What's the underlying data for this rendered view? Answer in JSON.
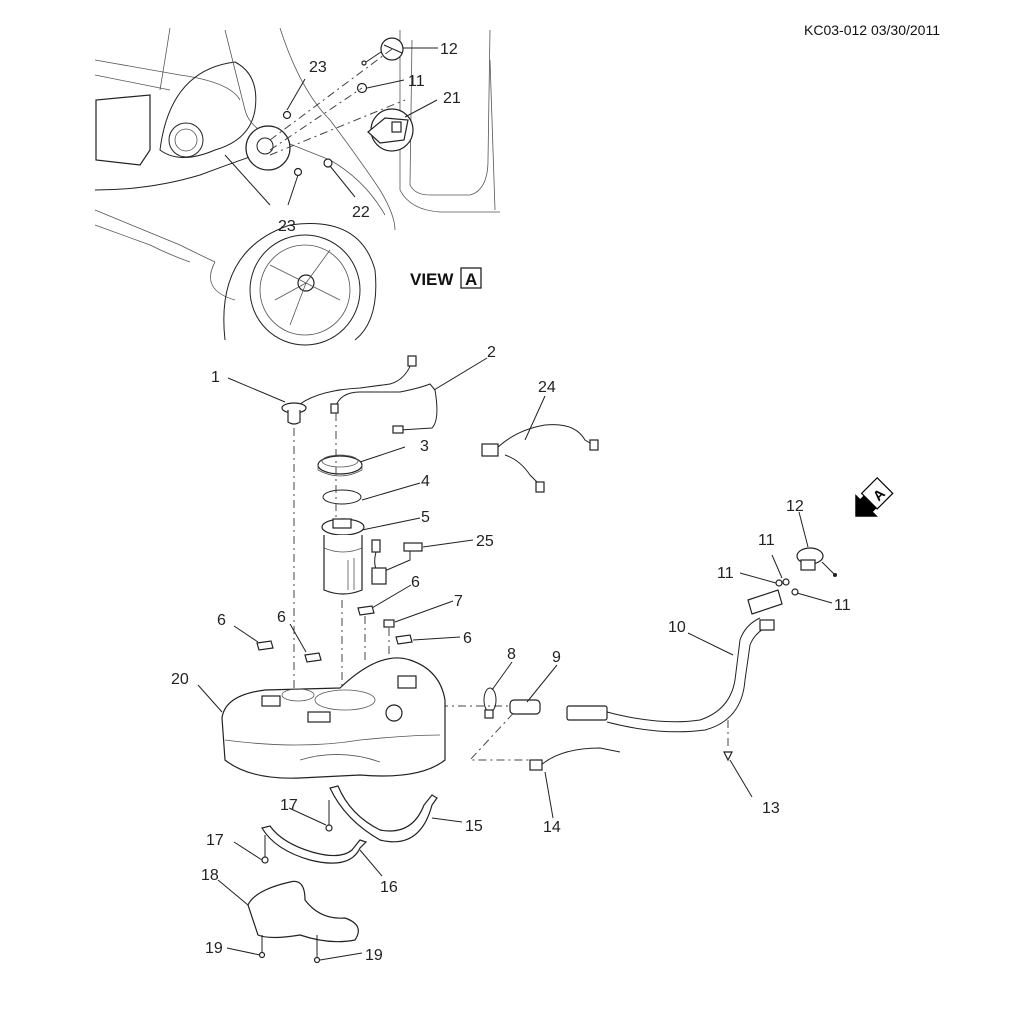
{
  "header": {
    "code": "KC03-012 03/30/2011"
  },
  "view": {
    "label": "VIEW",
    "letter": "A",
    "arrow_letter": "A"
  },
  "callouts": {
    "inset": [
      {
        "id": "12",
        "label": "12"
      },
      {
        "id": "11",
        "label": "11"
      },
      {
        "id": "21",
        "label": "21"
      },
      {
        "id": "23a",
        "label": "23"
      },
      {
        "id": "23b",
        "label": "23"
      },
      {
        "id": "22",
        "label": "22"
      }
    ],
    "main": [
      {
        "id": "1",
        "label": "1"
      },
      {
        "id": "2",
        "label": "2"
      },
      {
        "id": "3",
        "label": "3"
      },
      {
        "id": "4",
        "label": "4"
      },
      {
        "id": "5",
        "label": "5"
      },
      {
        "id": "6a",
        "label": "6"
      },
      {
        "id": "6b",
        "label": "6"
      },
      {
        "id": "6c",
        "label": "6"
      },
      {
        "id": "6d",
        "label": "6"
      },
      {
        "id": "7",
        "label": "7"
      },
      {
        "id": "8",
        "label": "8"
      },
      {
        "id": "9",
        "label": "9"
      },
      {
        "id": "10",
        "label": "10"
      },
      {
        "id": "11a",
        "label": "11"
      },
      {
        "id": "11b",
        "label": "11"
      },
      {
        "id": "11c",
        "label": "11"
      },
      {
        "id": "12",
        "label": "12"
      },
      {
        "id": "13",
        "label": "13"
      },
      {
        "id": "14",
        "label": "14"
      },
      {
        "id": "15",
        "label": "15"
      },
      {
        "id": "16",
        "label": "16"
      },
      {
        "id": "17a",
        "label": "17"
      },
      {
        "id": "17b",
        "label": "17"
      },
      {
        "id": "18",
        "label": "18"
      },
      {
        "id": "19a",
        "label": "19"
      },
      {
        "id": "19b",
        "label": "19"
      },
      {
        "id": "20",
        "label": "20"
      },
      {
        "id": "24",
        "label": "24"
      },
      {
        "id": "25",
        "label": "25"
      }
    ]
  }
}
